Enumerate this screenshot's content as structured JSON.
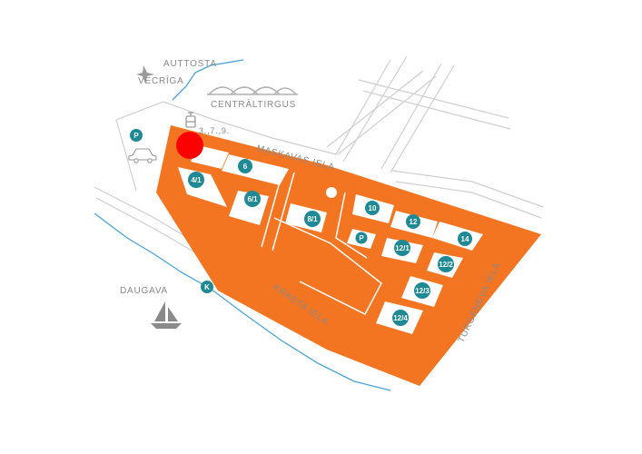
{
  "labels": {
    "auttosta": "AUTTOSTA",
    "vecriga": "VECRĪGA",
    "centraltirgus": "CENTRĀLTIRGUS",
    "tram_routes": "3.,7.,9.",
    "maskavas": "MASKAVAS IELA",
    "krasta": "KRASTA IELA",
    "turgeneva": "TURGEŅEVA IELA",
    "daugava": "DAUGAVA"
  },
  "markers": {
    "parking_outside": "P",
    "parking_inside": "P",
    "quay": "K"
  },
  "buildings": [
    {
      "id": "b6",
      "label": "6"
    },
    {
      "id": "b4-1",
      "label": "4/1"
    },
    {
      "id": "b6-1",
      "label": "6/1"
    },
    {
      "id": "b8-1",
      "label": "8/1"
    },
    {
      "id": "b10",
      "label": "10"
    },
    {
      "id": "b12",
      "label": "12"
    },
    {
      "id": "b14",
      "label": "14"
    },
    {
      "id": "b12-1",
      "label": "12/1"
    },
    {
      "id": "b12-2",
      "label": "12/2"
    },
    {
      "id": "b12-3",
      "label": "12/3"
    },
    {
      "id": "b12-4",
      "label": "12/4"
    }
  ],
  "colors": {
    "territory": "#f47521",
    "badge": "#1f8a95",
    "highlight": "#ff0000",
    "street_line": "#c8c8c8",
    "river_line": "#4aa3d8",
    "label_gray": "#8a8a8a"
  },
  "icons": {
    "airport": "plane-icon",
    "tram": "tram-icon",
    "car": "car-icon",
    "boat": "sailboat-icon",
    "location": "location-marker"
  }
}
